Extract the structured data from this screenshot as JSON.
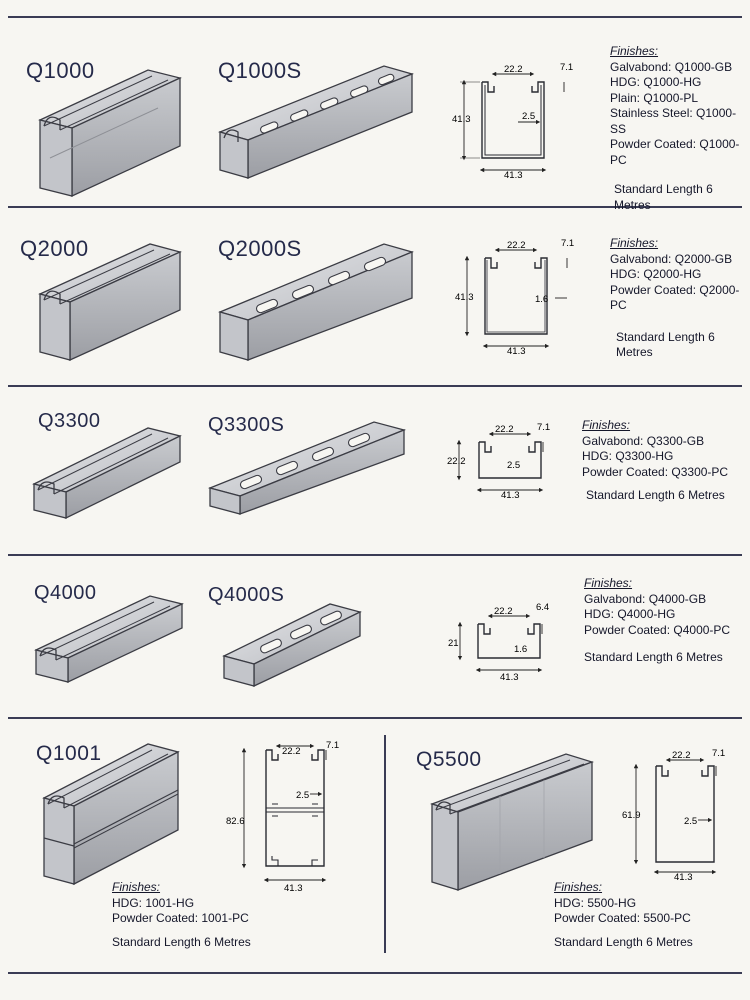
{
  "sections": {
    "s1": {
      "code_plain": "Q1000",
      "code_slotted": "Q1000S",
      "dims": {
        "width": "41.3",
        "height": "41.3",
        "opening": "22.2",
        "lip": "7.1",
        "thickness": "2.5"
      },
      "finishes_title": "Finishes:",
      "finishes": [
        "Galvabond: Q1000-GB",
        "HDG: Q1000-HG",
        "Plain: Q1000-PL",
        "Stainless Steel: Q1000-SS",
        "Powder Coated: Q1000-PC"
      ],
      "standard_length": "Standard Length 6 Metres"
    },
    "s2": {
      "code_plain": "Q2000",
      "code_slotted": "Q2000S",
      "dims": {
        "width": "41.3",
        "height": "41.3",
        "opening": "22.2",
        "lip": "7.1",
        "thickness": "1.6"
      },
      "finishes_title": "Finishes:",
      "finishes": [
        "Galvabond: Q2000-GB",
        "HDG: Q2000-HG",
        "Powder Coated: Q2000-PC"
      ],
      "standard_length": "Standard Length 6 Metres"
    },
    "s3": {
      "code_plain": "Q3300",
      "code_slotted": "Q3300S",
      "dims": {
        "width": "41.3",
        "height": "22.2",
        "opening": "22.2",
        "lip": "7.1",
        "thickness": "2.5"
      },
      "finishes_title": "Finishes:",
      "finishes": [
        "Galvabond: Q3300-GB",
        "HDG: Q3300-HG",
        "Powder Coated: Q3300-PC"
      ],
      "standard_length": "Standard Length 6 Metres"
    },
    "s4": {
      "code_plain": "Q4000",
      "code_slotted": "Q4000S",
      "dims": {
        "width": "41.3",
        "height": "21",
        "opening": "22.2",
        "lip": "6.4",
        "thickness": "1.6"
      },
      "finishes_title": "Finishes:",
      "finishes": [
        "Galvabond: Q4000-GB",
        "HDG: Q4000-HG",
        "Powder Coated: Q4000-PC"
      ],
      "standard_length": "Standard Length 6 Metres"
    },
    "s5": {
      "code": "Q1001",
      "dims": {
        "width": "41.3",
        "height": "82.6",
        "opening": "22.2",
        "lip": "7.1",
        "thickness": "2.5"
      },
      "finishes_title": "Finishes:",
      "finishes": [
        "HDG: 1001-HG",
        "Powder Coated: 1001-PC"
      ],
      "standard_length": "Standard Length 6 Metres"
    },
    "s6": {
      "code": "Q5500",
      "dims": {
        "width": "41.3",
        "height": "61.9",
        "opening": "22.2",
        "lip": "7.1",
        "thickness": "2.5"
      },
      "finishes_title": "Finishes:",
      "finishes": [
        "HDG: 5500-HG",
        "Powder Coated: 5500-PC"
      ],
      "standard_length": "Standard Length 6 Metres"
    }
  },
  "colors": {
    "metal_light": "#d9dadd",
    "metal_mid": "#b9bbc0",
    "metal_dark": "#8e9096",
    "outline": "#3b3c44",
    "text": "#1d1f33",
    "rule": "#3a3c55"
  }
}
